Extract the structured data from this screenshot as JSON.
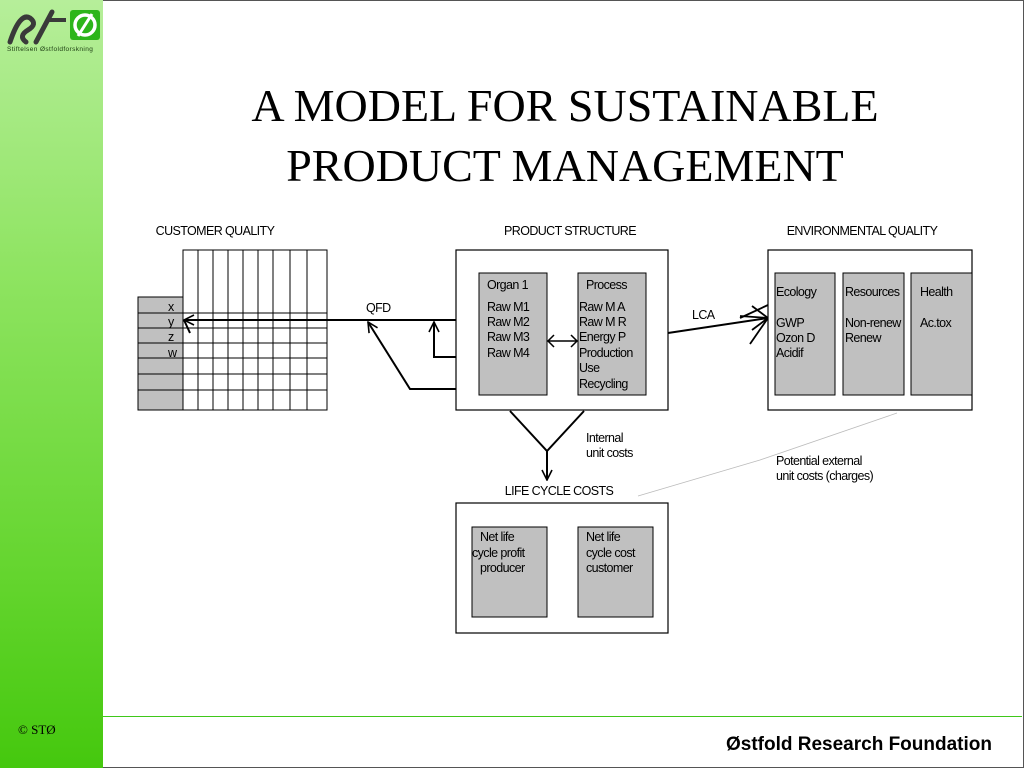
{
  "logo": {
    "mark": "STØ",
    "subtitle": "Stiftelsen Østfoldforskning"
  },
  "title": {
    "line1": "A MODEL FOR SUSTAINABLE",
    "line2": "PRODUCT MANAGEMENT"
  },
  "sections": {
    "customer_quality": "CUSTOMER QUALITY",
    "product_structure": "PRODUCT STRUCTURE",
    "environmental_quality": "ENVIRONMENTAL QUALITY",
    "life_cycle_costs": "LIFE CYCLE COSTS"
  },
  "customer": {
    "row_labels": [
      "x",
      "y",
      "z",
      "w"
    ]
  },
  "product": {
    "organ_title": "Organ 1",
    "organ_items": [
      "Raw M1",
      "Raw M2",
      "Raw M3",
      "Raw M4"
    ],
    "process_title": "Process",
    "process_items": [
      "Raw M A",
      "Raw M R",
      "Energy P",
      "Production",
      "Use",
      "Recycling"
    ]
  },
  "environment": {
    "columns": [
      {
        "title": "Ecology",
        "items": [
          "GWP",
          "Ozon D",
          "Acidif"
        ]
      },
      {
        "title": "Resources",
        "items": [
          "Non-renew",
          "Renew"
        ]
      },
      {
        "title": "Health",
        "items": [
          "Ac.tox"
        ]
      }
    ]
  },
  "costs": {
    "producer": [
      "Net life",
      "cycle profit",
      "producer"
    ],
    "customer": [
      "Net life",
      "cycle cost",
      "customer"
    ]
  },
  "annotations": {
    "qfd": "QFD",
    "lca": "LCA",
    "internal_costs": [
      "Internal",
      "unit costs"
    ],
    "external_costs": [
      "Potential external",
      "unit costs (charges)"
    ]
  },
  "footer": {
    "copyright": "© STØ",
    "organization": "Østfold Research Foundation"
  },
  "colors": {
    "sidebar_light": "#b6ee9a",
    "sidebar_dark": "#45c80e",
    "box_fill": "#c0c0c0",
    "logo_green": "#2db51a",
    "logo_dark": "#3a3a3a"
  }
}
